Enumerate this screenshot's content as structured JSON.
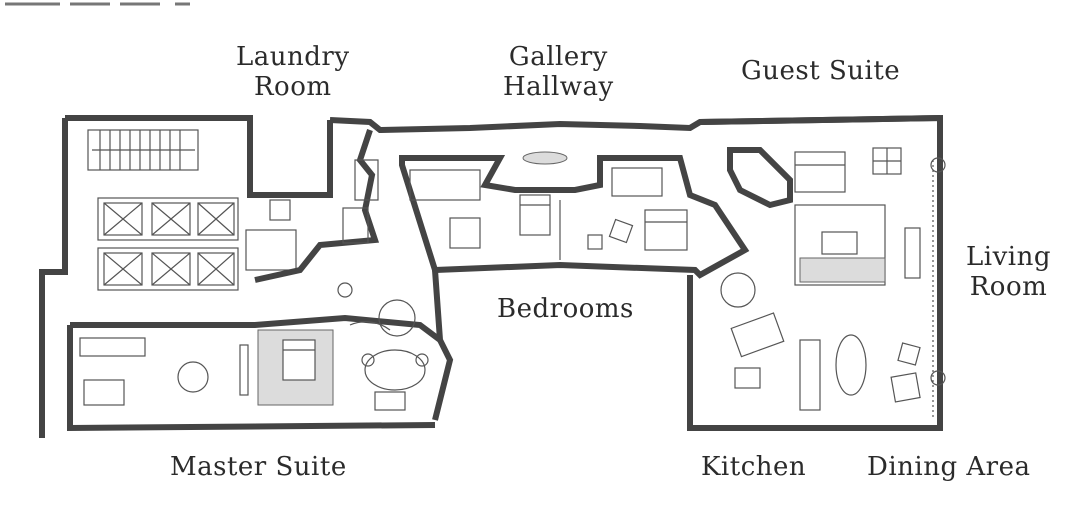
{
  "labels": {
    "laundry_line1": "Laundry",
    "laundry_line2": "Room",
    "gallery_line1": "Gallery",
    "gallery_line2": "Hallway",
    "guest_suite": "Guest Suite",
    "living_line1": "Living",
    "living_line2": "Room",
    "bedrooms": "Bedrooms",
    "master_suite": "Master Suite",
    "kitchen": "Kitchen",
    "dining_area": "Dining Area"
  }
}
